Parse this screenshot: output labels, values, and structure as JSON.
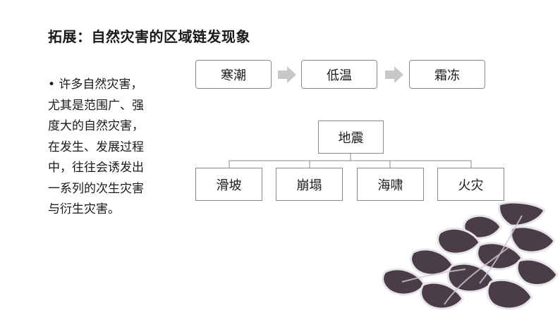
{
  "title": "拓展：自然灾害的区域链发现象",
  "body": {
    "lines": [
      "• 许多自然灾害，",
      "尤其是范围广、强",
      "度大的自然灾害，",
      "在发生、发展过程",
      "中，往往会诱发出",
      "一系列的次生灾害",
      "与衍生灾害。"
    ]
  },
  "chain": {
    "items": [
      "寒潮",
      "低温",
      "霜冻"
    ]
  },
  "tree": {
    "root": "地震",
    "children": [
      "滑坡",
      "崩塌",
      "海啸",
      "火灾"
    ]
  },
  "colors": {
    "arrow": "#c8c8c8",
    "border": "#8a8a8a",
    "text": "#1a1a1a"
  }
}
